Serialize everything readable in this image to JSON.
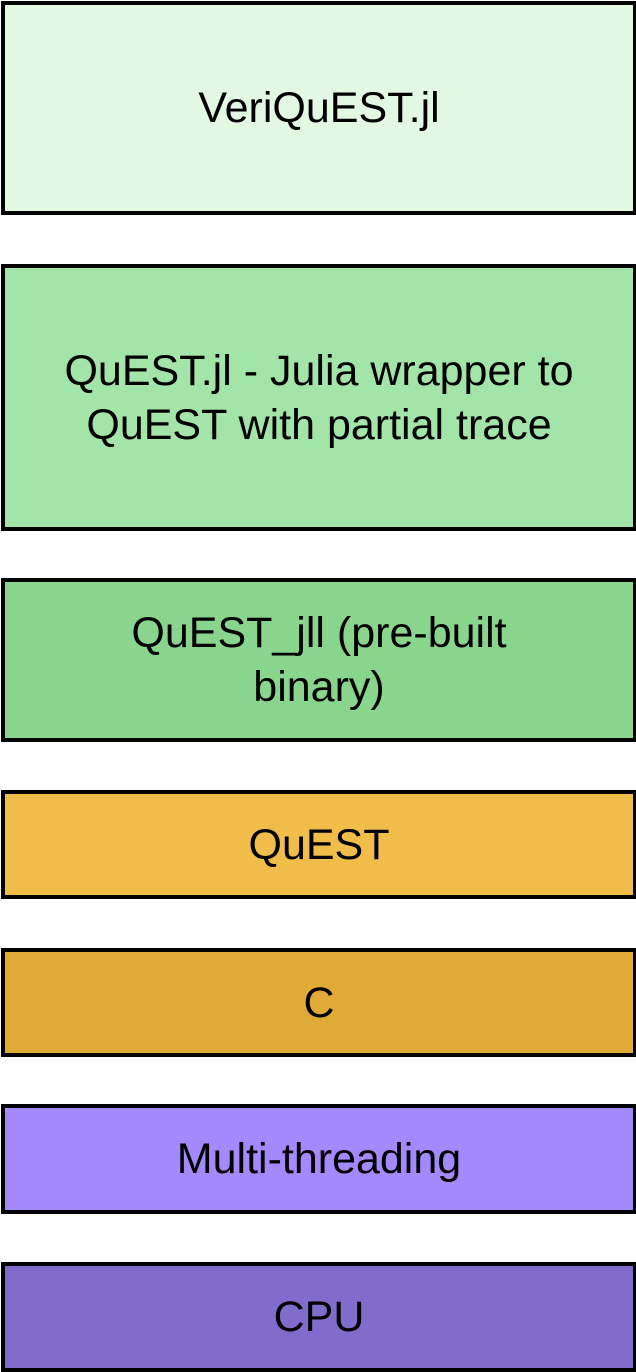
{
  "layers": [
    {
      "id": "veriquest",
      "label": "VeriQuEST.jl",
      "color": "#e2f8e3"
    },
    {
      "id": "questjl",
      "label": "QuEST.jl - Julia wrapper to QuEST with partial trace",
      "color": "#a3e4a8"
    },
    {
      "id": "questjll",
      "label": "QuEST_jll (pre-built binary)",
      "color": "#8ad58e"
    },
    {
      "id": "quest",
      "label": "QuEST",
      "color": "#f0bd4a"
    },
    {
      "id": "c",
      "label": "C",
      "color": "#dfaa36"
    },
    {
      "id": "multithreading",
      "label": "Multi-threading",
      "color": "#a389fb"
    },
    {
      "id": "cpu",
      "label": "CPU",
      "color": "#816bcb"
    }
  ]
}
